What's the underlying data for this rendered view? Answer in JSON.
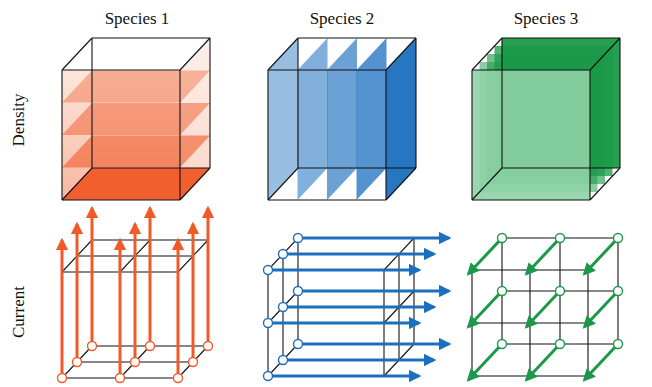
{
  "diagram": {
    "labels": [
      "Species 1",
      "Species 2",
      "Species 3",
      "Density",
      "Current"
    ]
  }
}
